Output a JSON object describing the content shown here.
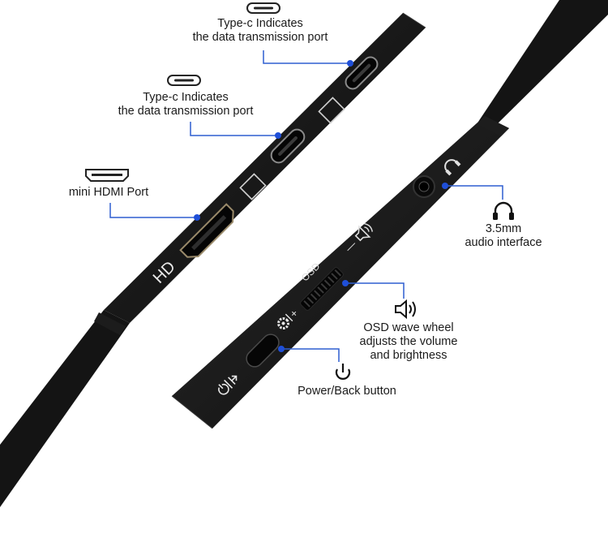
{
  "callouts": {
    "typec_top": {
      "line1": "Type-c Indicates",
      "line2": "the data transmission port",
      "icon": "usb-c-port-icon"
    },
    "typec_mid": {
      "line1": "Type-c Indicates",
      "line2": "the data transmission port",
      "icon": "usb-c-port-icon"
    },
    "hdmi": {
      "line1": "mini HDMI Port",
      "icon": "mini-hdmi-port-icon"
    },
    "audio": {
      "line1": "3.5mm",
      "line2": "audio interface",
      "icon": "headphones-icon"
    },
    "osd": {
      "line1": "OSD wave wheel",
      "line2": "adjusts the volume",
      "line3": "and brightness",
      "icon": "speaker-icon"
    },
    "power": {
      "line1": "Power/Back button",
      "icon": "power-icon"
    }
  },
  "device_markings": {
    "hd": "HD",
    "osd": "OSD",
    "plus": "+",
    "minus": "—"
  },
  "colors": {
    "leader_line": "#2f5fd0",
    "device_body": "#111111",
    "background": "#ffffff"
  }
}
